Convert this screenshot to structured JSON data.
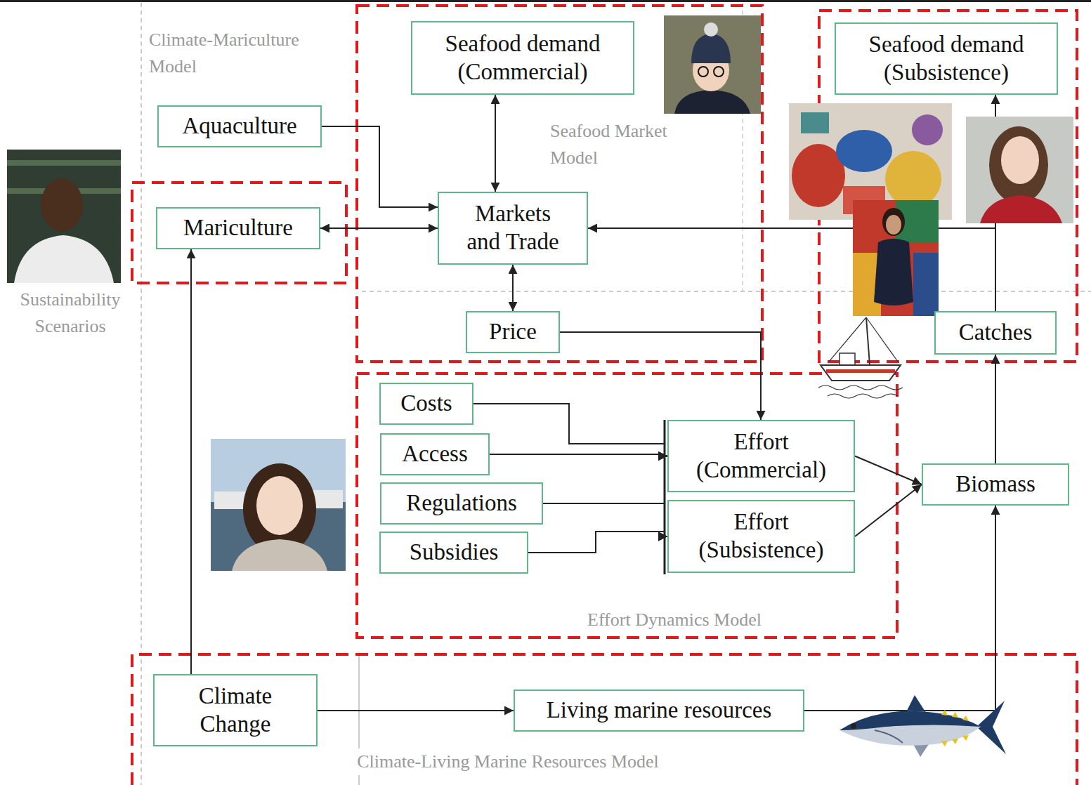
{
  "diagram": {
    "nodes": [
      {
        "text": [
          "Seafood demand (Commercial)"
        ]
      },
      {
        "text": [
          "Seafood demand (Subsistence)"
        ]
      },
      {
        "text": [
          "Aquaculture"
        ]
      },
      {
        "text": [
          "Mariculture"
        ]
      },
      {
        "text": [
          "Markets and Trade"
        ]
      },
      {
        "text": [
          "Price"
        ]
      },
      {
        "text": [
          "Catches"
        ]
      },
      {
        "text": [
          "Costs"
        ]
      },
      {
        "text": [
          "Access"
        ]
      },
      {
        "text": [
          "Regulations"
        ]
      },
      {
        "text": [
          "Subsidies"
        ]
      },
      {
        "text": [
          "Effort (Commercial)"
        ]
      },
      {
        "text": [
          "Effort (Subsistence)"
        ]
      },
      {
        "text": [
          "Biomass"
        ]
      },
      {
        "text": [
          "Climate Change"
        ]
      },
      {
        "text": [
          "Living marine resources"
        ]
      }
    ],
    "edges": [
      {
        "from": 2,
        "to": 4,
        "arrow": "to"
      },
      {
        "from": 3,
        "to": 4,
        "arrow": "both"
      },
      {
        "from": 0,
        "to": 4,
        "arrow": "both"
      },
      {
        "from": 4,
        "to": 5,
        "arrow": "both"
      },
      {
        "from": 6,
        "to": 4,
        "arrow": "to"
      },
      {
        "from": 6,
        "to": 1,
        "arrow": "to"
      },
      {
        "from": 5,
        "to": 11,
        "arrow": "to"
      },
      {
        "from": 7,
        "to": 11,
        "arrow": "to"
      },
      {
        "from": 7,
        "to": 12,
        "arrow": "to"
      },
      {
        "from": 8,
        "to": 11,
        "arrow": "to"
      },
      {
        "from": 8,
        "to": 12,
        "arrow": "to"
      },
      {
        "from": 9,
        "to": 11,
        "arrow": "to"
      },
      {
        "from": 9,
        "to": 12,
        "arrow": "to"
      },
      {
        "from": 10,
        "to": 11,
        "arrow": "to"
      },
      {
        "from": 10,
        "to": 12,
        "arrow": "to"
      },
      {
        "from": 11,
        "to": 13,
        "arrow": "to"
      },
      {
        "from": 12,
        "to": 13,
        "arrow": "to"
      },
      {
        "from": 13,
        "to": 6,
        "arrow": "to"
      },
      {
        "from": 14,
        "to": 3,
        "arrow": "to"
      },
      {
        "from": 14,
        "to": 15,
        "arrow": "to"
      },
      {
        "from": 15,
        "to": 13,
        "arrow": "to"
      }
    ],
    "labels": [
      "Climate-Mariculture Model",
      "Seafood Market Model",
      "Sustainability Scenarios",
      "Effort Dynamics Model",
      "Climate-Living Marine Resources Model"
    ]
  }
}
